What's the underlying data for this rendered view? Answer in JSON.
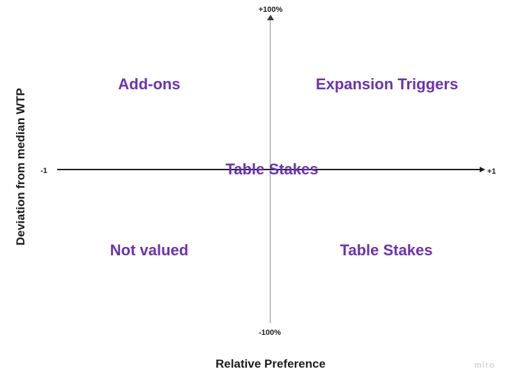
{
  "diagram": {
    "type": "quadrant-matrix",
    "x_axis": {
      "title": "Relative Preference",
      "min_label": "-1",
      "max_label": "+1"
    },
    "y_axis": {
      "title": "Deviation from median WTP",
      "max_label": "+100%",
      "min_label": "-100%"
    },
    "quadrants": {
      "top_left": "Add-ons",
      "top_right": "Expansion Triggers",
      "center": "Table Stakes",
      "bottom_left": "Not valued",
      "bottom_right": "Table Stakes"
    },
    "colors": {
      "quadrant_label": "#6B32B1",
      "x_axis_line": "#1c1c1c",
      "y_axis_line": "#8f8f8f",
      "tick_label": "#1c1c1c",
      "axis_title": "#1c1c1c",
      "watermark": "#d5d5df"
    }
  },
  "watermark": "miro"
}
